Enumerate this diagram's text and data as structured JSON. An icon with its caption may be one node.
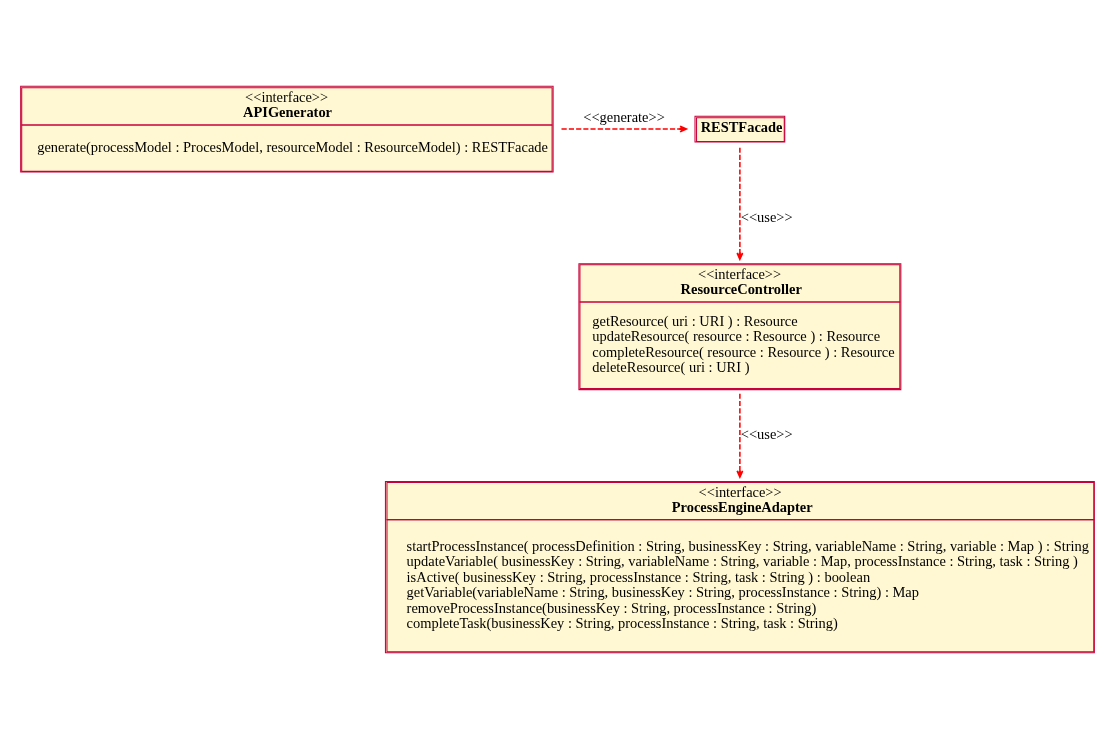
{
  "diagram": {
    "nodes": [
      {
        "text": [
          "RESTFacade"
        ]
      },
      {
        "text": [
          "<<interface>>",
          "APIGenerator",
          "generate(processModel : ProcesModel, resourceModel : ResourceModel) : RESTFacade"
        ]
      },
      {
        "text": [
          "<<interface>>",
          "ResourceController",
          "getResource( uri : URI ) : Resource",
          "updateResource( resource : Resource ) : Resource",
          "completeResource( resource : Resource ) : Resource",
          "deleteResource( uri : URI )"
        ]
      },
      {
        "text": [
          "<<interface>>",
          "ProcessEngineAdapter",
          "startProcessInstance( processDefinition : String, businessKey : String, variableName : String, variable : Map ) : String",
          "updateVariable( businessKey : String, variableName : String, variable : Map, processInstance : String, task : String )",
          "isActive( businessKey : String, processInstance : String, task : String ) : boolean",
          "getVariable(variableName : String, businessKey : String, processInstance : String) : Map",
          "removeProcessInstance(businessKey : String, processInstance : String)",
          "completeTask(businessKey : String, processInstance : String, task : String)"
        ]
      }
    ],
    "edges": [
      {
        "from": 1,
        "to": 0,
        "arrow": "to",
        "label": "<<generate>>",
        "style": "dashed"
      },
      {
        "from": 0,
        "to": 2,
        "arrow": "to",
        "label": "<<use>>",
        "style": "dashed"
      },
      {
        "from": 2,
        "to": 3,
        "arrow": "to",
        "label": "<<use>>",
        "style": "dashed"
      }
    ]
  }
}
